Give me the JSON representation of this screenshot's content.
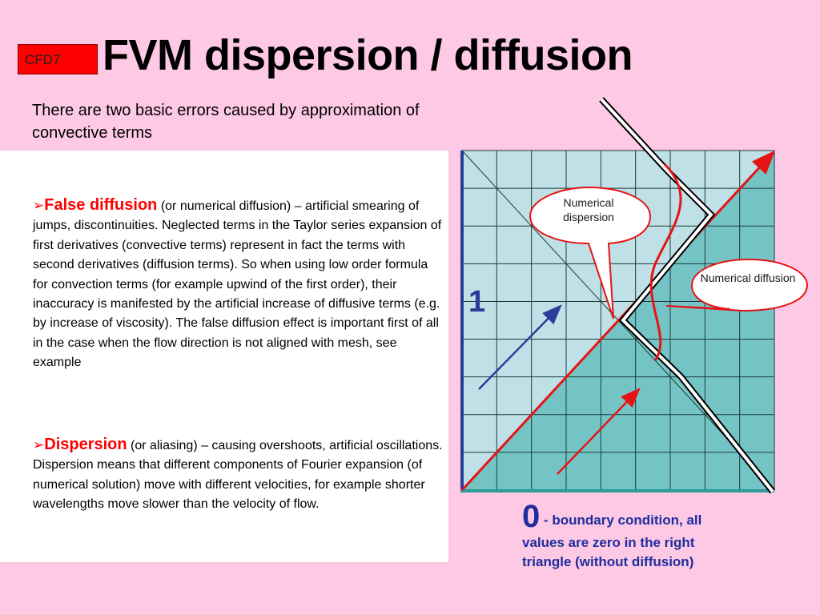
{
  "slide": {
    "badge": "CFD7",
    "title": "FVM dispersion / diffusion",
    "intro": "There are two basic errors caused by approximation of convective terms"
  },
  "bullets": [
    {
      "marker": "➢",
      "term": "False diffusion",
      "text": " (or numerical diffusion) – artificial smearing of jumps, discontinuities. Neglected terms in the Taylor series expansion of first derivatives (convective terms) represent in fact the terms with second derivatives (diffusion terms). So when using low order formula for convection terms (for example upwind of the first order), their inaccuracy is manifested by the artificial increase of diffusive terms (e.g. by increase of viscosity). The false diffusion effect is important first of all in the case when the flow direction is not aligned with mesh, see example"
    },
    {
      "marker": "➢",
      "term": "Dispersion",
      "text": " (or aliasing) – causing overshoots, artificial oscillations. Dispersion means that different components of Fourier expansion (of numerical solution) move with different velocities, for example shorter wavelengths move slower than the velocity of flow."
    }
  ],
  "diagram": {
    "label_one": "1",
    "callout_dispersion": "Numerical dispersion",
    "callout_diffusion": "Numerical diffusion",
    "caption_zero": "0",
    "caption_text": " - boundary condition, all values are zero in the right triangle (without diffusion)",
    "colors": {
      "light_cell": "#bfe0e6",
      "dark_cell": "#74c4c6",
      "grid_line": "#1c3a38",
      "diagonal": "#e51414",
      "flow_arrow_blue": "#2b3d9a",
      "flow_arrow_red": "#e51414",
      "left_axis": "#2b3d9a",
      "bottom_axis": "#2f9a9a"
    }
  }
}
